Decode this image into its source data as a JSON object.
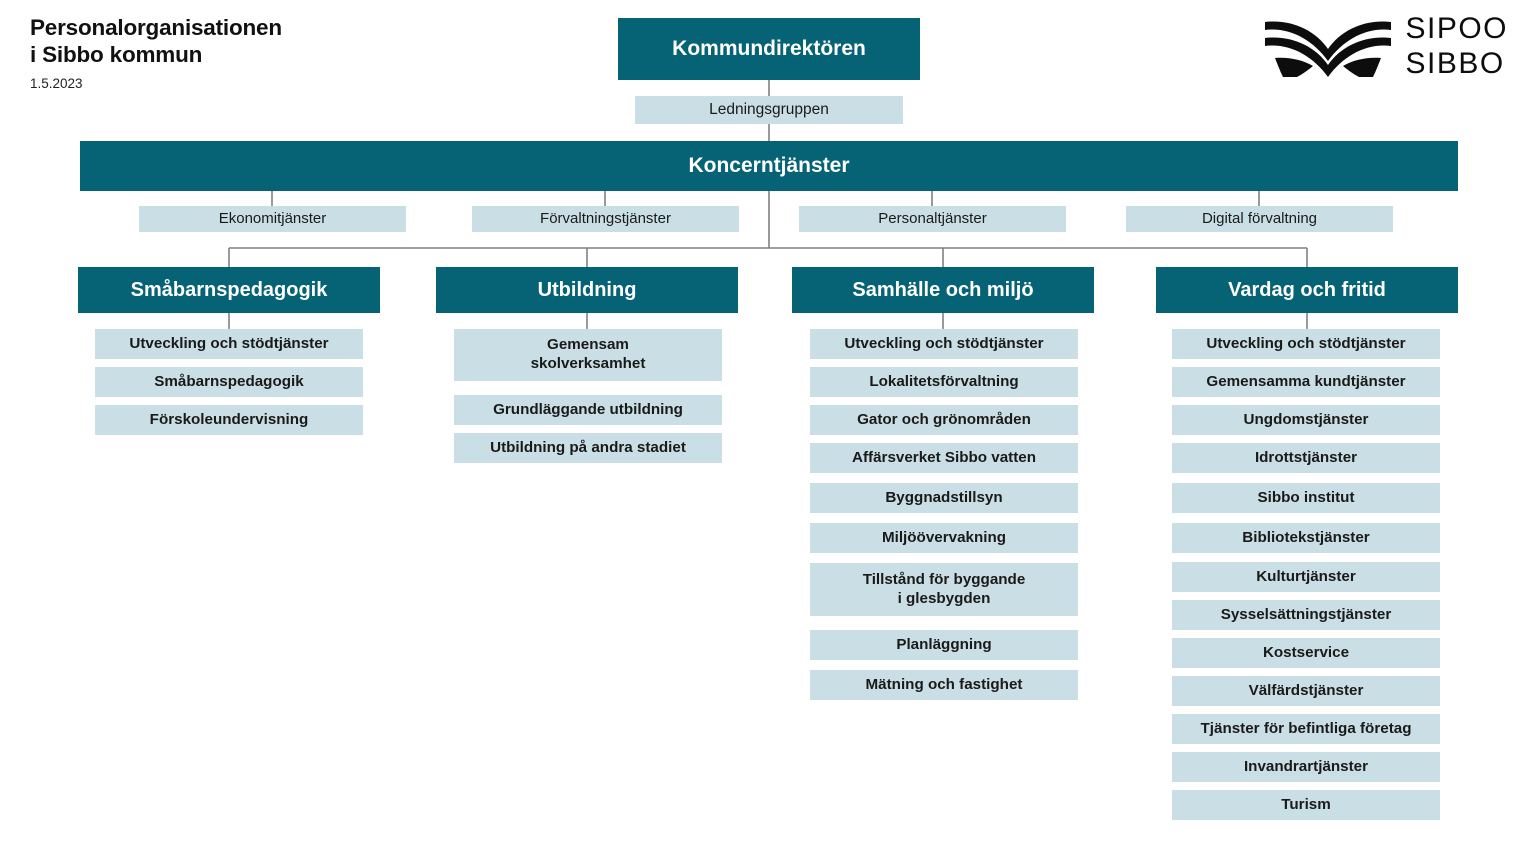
{
  "header": {
    "title_line1": "Personalorganisationen",
    "title_line2": "i Sibbo kommun",
    "date": "1.5.2023"
  },
  "logo": {
    "mark_name": "sipoo-sibbo-wing-logo",
    "word1": "SIPOO",
    "word2": "SIBBO"
  },
  "colors": {
    "teal": "#066275",
    "light_blue": "#cadfe5",
    "connector": "#808080",
    "text_dark": "#1a1a1a",
    "text_light": "#ffffff"
  },
  "top": {
    "director": "Kommundirektören",
    "management_group": "Ledningsgruppen"
  },
  "corporate": {
    "header": "Koncerntjänster",
    "children": [
      "Ekonomitjänster",
      "Förvaltningstjänster",
      "Personaltjänster",
      "Digital förvaltning"
    ]
  },
  "departments": [
    {
      "header": "Småbarnspedagogik",
      "children": [
        "Utveckling och stödtjänster",
        "Småbarnspedagogik",
        "Förskoleundervisning"
      ]
    },
    {
      "header": "Utbildning",
      "children": [
        "Gemensam\nskolverksamhet",
        "Grundläggande utbildning",
        "Utbildning på andra stadiet"
      ]
    },
    {
      "header": "Samhälle och miljö",
      "children": [
        "Utveckling och stödtjänster",
        "Lokalitetsförvaltning",
        "Gator och grönområden",
        "Affärsverket Sibbo vatten",
        "Byggnadstillsyn",
        "Miljöövervakning",
        "Tillstånd för byggande\ni glesbygden",
        "Planläggning",
        "Mätning och fastighet"
      ]
    },
    {
      "header": "Vardag och fritid",
      "children": [
        "Utveckling och stödtjänster",
        "Gemensamma kundtjänster",
        "Ungdomstjänster",
        "Idrottstjänster",
        "Sibbo institut",
        "Bibliotekstjänster",
        "Kulturtjänster",
        "Sysselsättningstjänster",
        "Kostservice",
        "Välfärdstjänster",
        "Tjänster för befintliga företag",
        "Invandrartjänster",
        "Turism"
      ]
    }
  ]
}
